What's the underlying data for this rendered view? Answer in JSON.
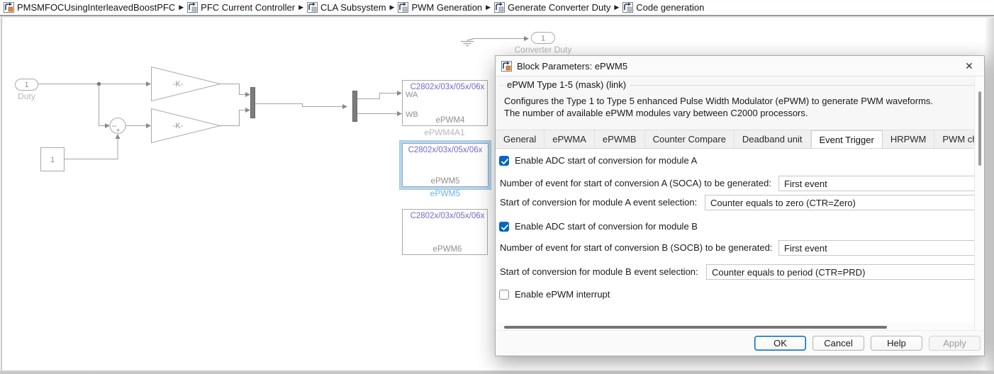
{
  "breadcrumb": {
    "items": [
      {
        "label": "PMSMFOCUsingInterleavedBoostPFC"
      },
      {
        "label": "PFC Current Controller"
      },
      {
        "label": "CLA Subsystem"
      },
      {
        "label": "PWM Generation"
      },
      {
        "label": "Generate Converter Duty"
      },
      {
        "label": "Code generation"
      }
    ],
    "separator": "▶"
  },
  "diagram": {
    "inport": {
      "number": "1",
      "label": "Duty"
    },
    "constant": {
      "value": "1"
    },
    "gain1": {
      "label": "-K-"
    },
    "gain2": {
      "label": "-K-"
    },
    "sum": {
      "left_sign": "–",
      "bottom_sign": "+"
    },
    "outport": {
      "number": "1",
      "label": "Converter Duty"
    },
    "epwm4": {
      "header": "C2802x/03x/05x/06x",
      "port_a": "WA",
      "port_b": "WB",
      "title": "ePWM4",
      "caption": "ePWM4A1"
    },
    "epwm5": {
      "header": "C2802x/03x/05x/06x",
      "title": "ePWM5",
      "caption": "ePWM5",
      "selected": true
    },
    "epwm6": {
      "header": "C2802x/03x/05x/06x",
      "title": "ePWM6"
    }
  },
  "dialog": {
    "title": "Block Parameters: ePWM5",
    "close_glyph": "✕",
    "mask": {
      "legend": "ePWM Type 1-5 (mask) (link)",
      "description_line1": "Configures the Type 1 to Type 5 enhanced Pulse Width Modulator (ePWM) to generate PWM waveforms.",
      "description_line2": "The number of available ePWM modules vary between C2000 processors."
    },
    "tabs": [
      {
        "label": "General",
        "active": false
      },
      {
        "label": "ePWMA",
        "active": false
      },
      {
        "label": "ePWMB",
        "active": false
      },
      {
        "label": "Counter Compare",
        "active": false
      },
      {
        "label": "Deadband unit",
        "active": false
      },
      {
        "label": "Event Trigger",
        "active": true
      },
      {
        "label": "HRPWM",
        "active": false
      },
      {
        "label": "PWM ch",
        "active": false
      }
    ],
    "fields": {
      "enable_soca": {
        "label": "Enable ADC start of conversion for module A",
        "checked": true
      },
      "soca_count": {
        "label": "Number of event for start of conversion A (SOCA) to be generated:",
        "value": "First event"
      },
      "soca_event": {
        "label": "Start of conversion for module A event selection:",
        "value": "Counter equals to zero (CTR=Zero)"
      },
      "enable_socb": {
        "label": "Enable ADC start of conversion for module B",
        "checked": true
      },
      "socb_count": {
        "label": "Number of event for start of conversion B (SOCB) to be generated:",
        "value": "First event"
      },
      "socb_event": {
        "label": "Start of conversion for module B event selection:",
        "value": "Counter equals to period (CTR=PRD)"
      },
      "enable_interrupt": {
        "label": "Enable ePWM interrupt",
        "checked": false
      }
    },
    "buttons": {
      "ok": "OK",
      "cancel": "Cancel",
      "help": "Help",
      "apply": "Apply",
      "apply_enabled": false
    }
  },
  "colors": {
    "accent_blue": "#0067c4",
    "selection_fill": "#b5d6ee",
    "selection_label": "#6ab4e6",
    "block_header_purple": "#7268cc",
    "diagram_gray": "#a3a3a3"
  }
}
